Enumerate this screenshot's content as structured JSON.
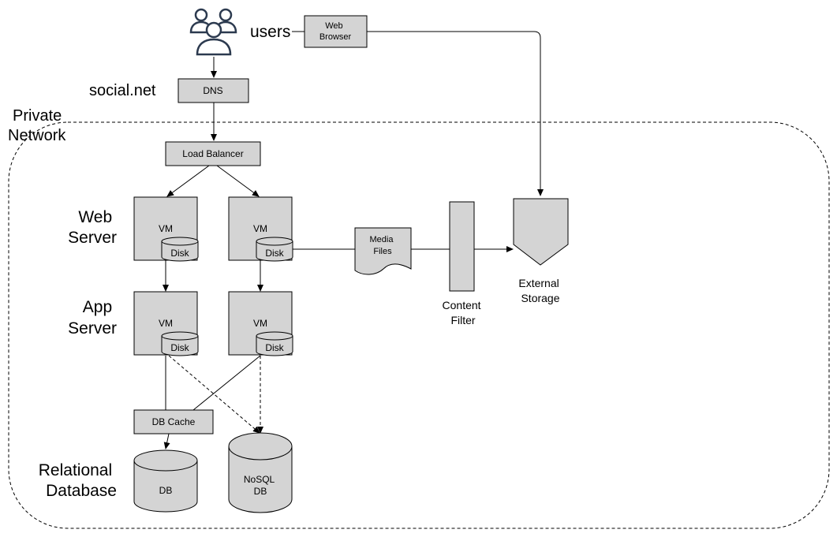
{
  "users_label": "users",
  "site_label": "social.net",
  "site_color": "#2a2ae0",
  "box_fill": "#d4d4d4",
  "icons": {
    "users": "users-icon"
  },
  "nodes": {
    "web_browser": [
      "Web",
      "Browser"
    ],
    "dns": "DNS",
    "load_balancer": "Load Balancer",
    "vm": "VM",
    "disk": "Disk",
    "media_files": [
      "Media",
      "Files"
    ],
    "content_filter": [
      "Content",
      "Filter"
    ],
    "external_storage": [
      "External",
      "Storage"
    ],
    "db_cache": "DB Cache",
    "db": "DB",
    "nosql_db": [
      "NoSQL",
      "DB"
    ]
  },
  "groups": {
    "private_network": [
      "Private",
      "Network"
    ],
    "web_server": [
      "Web",
      "Server"
    ],
    "app_server": [
      "App",
      "Server"
    ],
    "relational_database": [
      "Relational",
      "Database"
    ]
  }
}
